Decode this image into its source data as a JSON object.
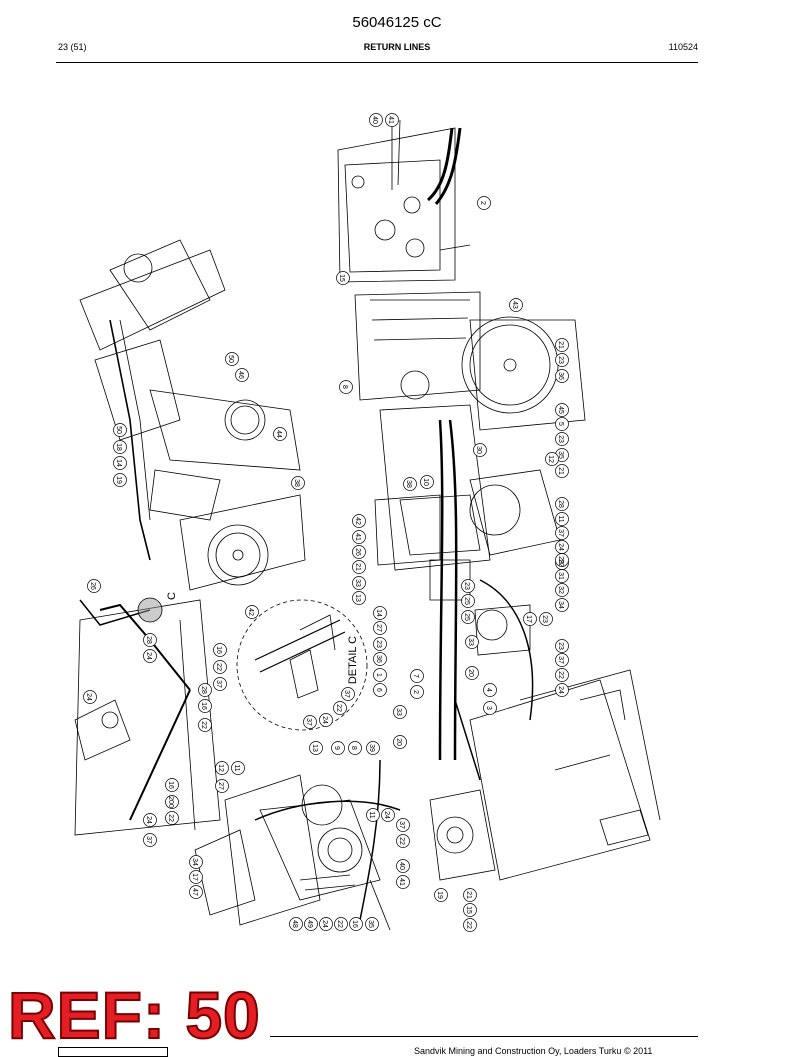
{
  "header": {
    "doc_number": "56046125 cC",
    "page": "23 (51)",
    "section_title": "RETURN LINES",
    "date_code": "110524"
  },
  "detail_labels": {
    "detail_c": "DETAIL C",
    "c_marker": "C"
  },
  "callouts": [
    {
      "n": "40"
    },
    {
      "n": "41"
    },
    {
      "n": "2"
    },
    {
      "n": "15"
    },
    {
      "n": "43"
    },
    {
      "n": "21"
    },
    {
      "n": "23"
    },
    {
      "n": "36"
    },
    {
      "n": "45"
    },
    {
      "n": "5"
    },
    {
      "n": "23"
    },
    {
      "n": "35"
    },
    {
      "n": "21"
    },
    {
      "n": "12"
    },
    {
      "n": "28"
    },
    {
      "n": "11"
    },
    {
      "n": "37"
    },
    {
      "n": "24"
    },
    {
      "n": "22"
    },
    {
      "n": "29"
    },
    {
      "n": "31"
    },
    {
      "n": "32"
    },
    {
      "n": "34"
    },
    {
      "n": "23"
    },
    {
      "n": "17"
    },
    {
      "n": "23"
    },
    {
      "n": "37"
    },
    {
      "n": "22"
    },
    {
      "n": "24"
    },
    {
      "n": "10"
    },
    {
      "n": "30"
    },
    {
      "n": "38"
    },
    {
      "n": "8"
    },
    {
      "n": "50"
    },
    {
      "n": "46"
    },
    {
      "n": "44"
    },
    {
      "n": "50"
    },
    {
      "n": "18"
    },
    {
      "n": "14"
    },
    {
      "n": "19"
    },
    {
      "n": "38"
    },
    {
      "n": "42"
    },
    {
      "n": "41"
    },
    {
      "n": "26"
    },
    {
      "n": "21"
    },
    {
      "n": "33"
    },
    {
      "n": "13"
    },
    {
      "n": "14"
    },
    {
      "n": "27"
    },
    {
      "n": "23"
    },
    {
      "n": "36"
    },
    {
      "n": "1"
    },
    {
      "n": "6"
    },
    {
      "n": "7"
    },
    {
      "n": "2"
    },
    {
      "n": "23"
    },
    {
      "n": "25"
    },
    {
      "n": "25"
    },
    {
      "n": "33"
    },
    {
      "n": "20"
    },
    {
      "n": "4"
    },
    {
      "n": "3"
    },
    {
      "n": "33"
    },
    {
      "n": "20"
    },
    {
      "n": "26"
    },
    {
      "n": "42"
    },
    {
      "n": "28"
    },
    {
      "n": "16"
    },
    {
      "n": "22"
    },
    {
      "n": "37"
    },
    {
      "n": "24"
    },
    {
      "n": "28"
    },
    {
      "n": "16"
    },
    {
      "n": "22"
    },
    {
      "n": "37"
    },
    {
      "n": "24"
    },
    {
      "n": "22"
    },
    {
      "n": "37"
    },
    {
      "n": "24"
    },
    {
      "n": "16"
    },
    {
      "n": "200"
    },
    {
      "n": "22"
    },
    {
      "n": "24"
    },
    {
      "n": "37"
    },
    {
      "n": "12"
    },
    {
      "n": "11"
    },
    {
      "n": "27"
    },
    {
      "n": "13"
    },
    {
      "n": "9"
    },
    {
      "n": "8"
    },
    {
      "n": "39"
    },
    {
      "n": "11"
    },
    {
      "n": "24"
    },
    {
      "n": "37"
    },
    {
      "n": "22"
    },
    {
      "n": "40"
    },
    {
      "n": "41"
    },
    {
      "n": "34"
    },
    {
      "n": "17"
    },
    {
      "n": "47"
    },
    {
      "n": "48"
    },
    {
      "n": "49"
    },
    {
      "n": "24"
    },
    {
      "n": "22"
    },
    {
      "n": "16"
    },
    {
      "n": "35"
    },
    {
      "n": "19"
    },
    {
      "n": "21"
    },
    {
      "n": "15"
    },
    {
      "n": "22"
    },
    {
      "n": "24"
    },
    {
      "n": "37"
    }
  ],
  "ref_badge": "REF: 50",
  "footer": {
    "copyright": "Sandvik Mining and Construction Oy, Loaders Turku © 2011"
  }
}
